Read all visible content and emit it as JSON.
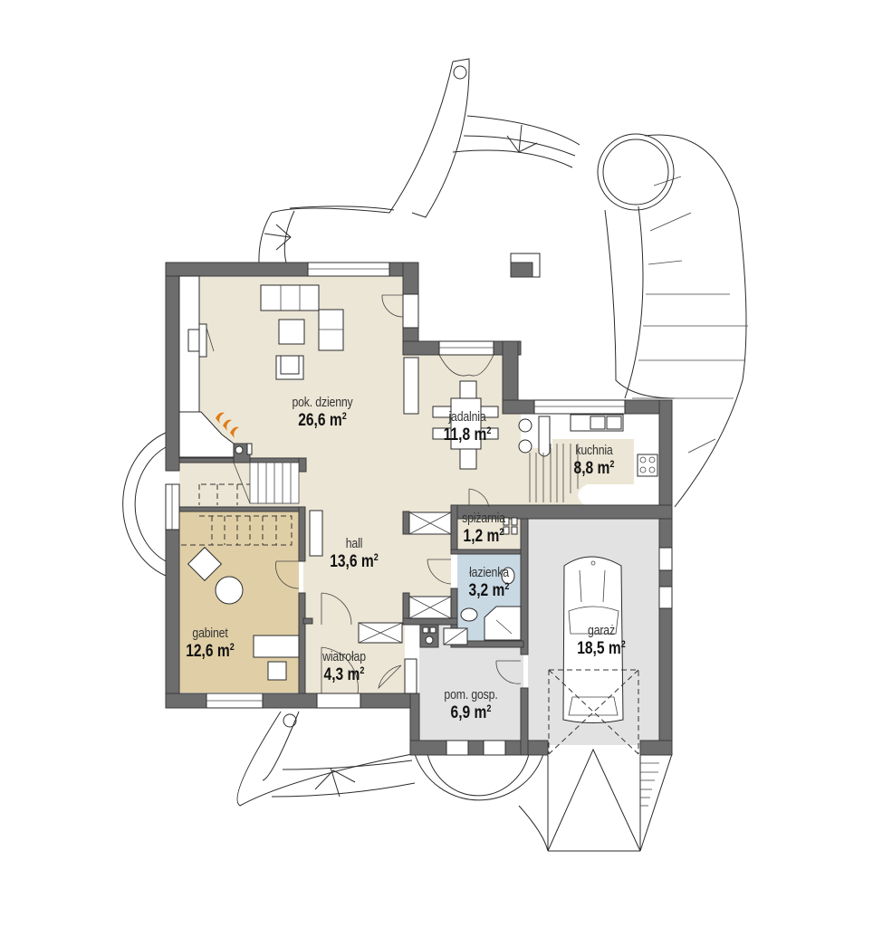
{
  "plan": {
    "colors": {
      "living_floor": "#ece6d6",
      "office_floor": "#e0cfa6",
      "bathroom_floor": "#c9d9e4",
      "utility_floor": "#e2e2e2",
      "wall": "#6d6d6d",
      "fire": "#e07b16"
    },
    "rooms": [
      {
        "id": "living",
        "name": "pok. dzienny",
        "area": "26,6",
        "unit": "m",
        "exp": "2"
      },
      {
        "id": "dining",
        "name": "jadalnia",
        "area": "11,8",
        "unit": "m",
        "exp": "2"
      },
      {
        "id": "kitchen",
        "name": "kuchnia",
        "area": "8,8",
        "unit": "m",
        "exp": "2"
      },
      {
        "id": "pantry",
        "name": "spiżarnia",
        "area": "1,2",
        "unit": "m",
        "exp": "2"
      },
      {
        "id": "hall",
        "name": "hall",
        "area": "13,6",
        "unit": "m",
        "exp": "2"
      },
      {
        "id": "bathroom",
        "name": "łazienka",
        "area": "3,2",
        "unit": "m",
        "exp": "2"
      },
      {
        "id": "office",
        "name": "gabinet",
        "area": "12,6",
        "unit": "m",
        "exp": "2"
      },
      {
        "id": "vestibule",
        "name": "wiatrołap",
        "area": "4,3",
        "unit": "m",
        "exp": "2"
      },
      {
        "id": "utility",
        "name": "pom. gosp.",
        "area": "6,9",
        "unit": "m",
        "exp": "2"
      },
      {
        "id": "garage",
        "name": "garaż",
        "area": "18,5",
        "unit": "m",
        "exp": "2"
      }
    ]
  }
}
